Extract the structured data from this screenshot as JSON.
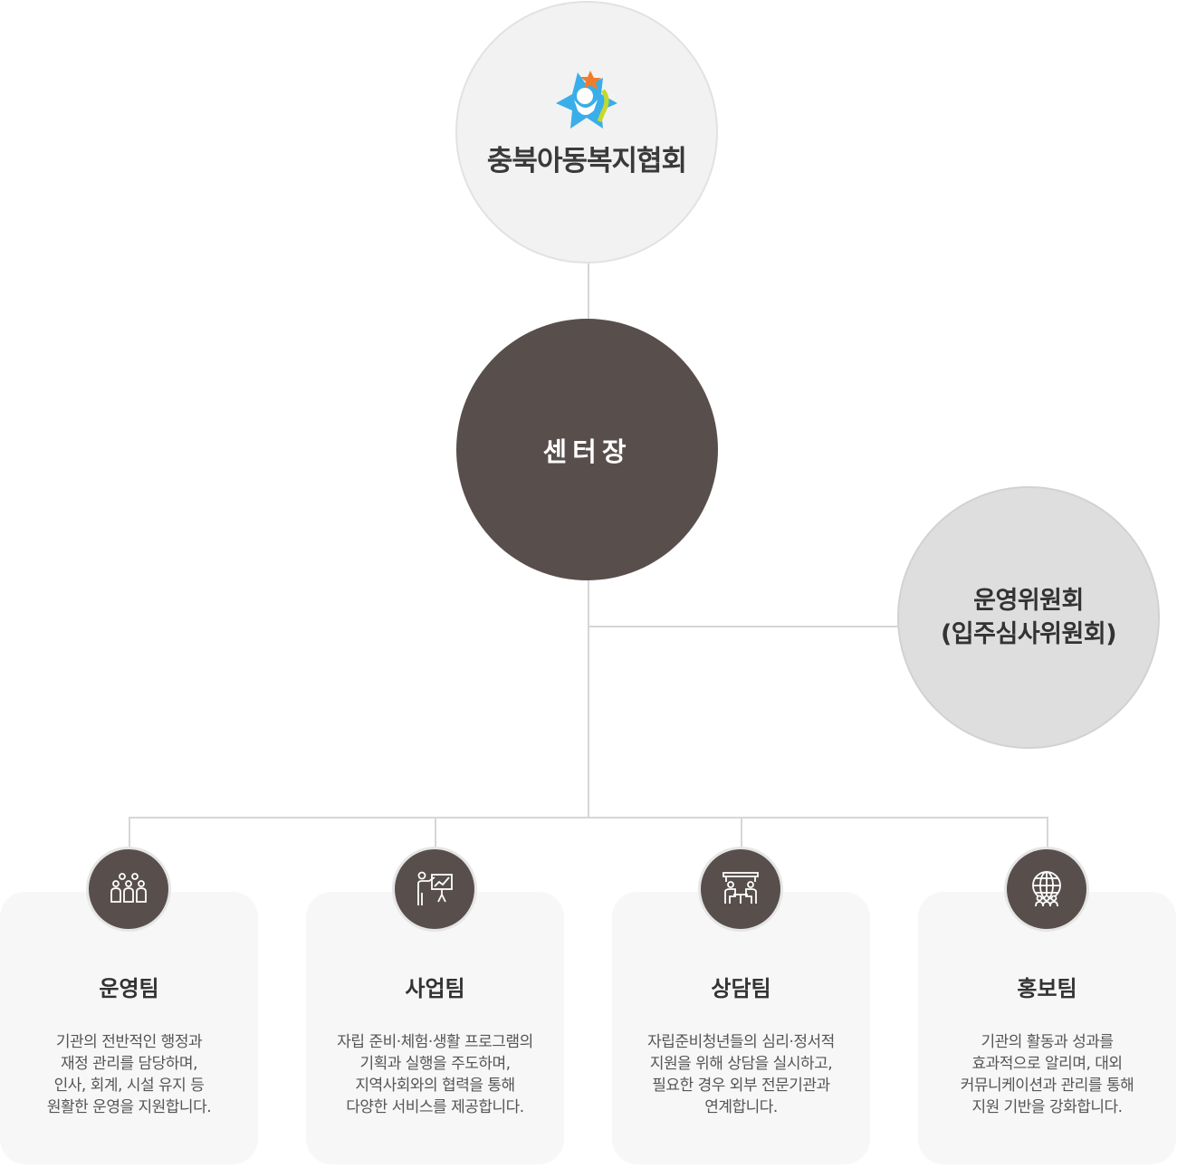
{
  "top": {
    "org_name": "충북아동복지협회",
    "logo_icon": "star-child-logo-icon"
  },
  "center": {
    "title": "센터장"
  },
  "committee": {
    "line1": "운영위원회",
    "line2": "(입주심사위원회)"
  },
  "teams": [
    {
      "name": "운영팀",
      "icon": "people-group-icon",
      "desc": [
        "기관의 전반적인 행정과",
        "재정 관리를 담당하며,",
        "인사, 회계, 시설 유지 등",
        "원활한 운영을 지원합니다."
      ]
    },
    {
      "name": "사업팀",
      "icon": "presentation-icon",
      "desc": [
        "자립 준비·체험·생활 프로그램의",
        "기획과 실행을 주도하며,",
        "지역사회와의 협력을 통해",
        "다양한 서비스를 제공합니다."
      ]
    },
    {
      "name": "상담팀",
      "icon": "counseling-meeting-icon",
      "desc": [
        "자립준비청년들의 심리·정서적",
        "지원을 위해 상담을 실시하고,",
        "필요한 경우 외부 전문기관과",
        "연계합니다."
      ]
    },
    {
      "name": "홍보팀",
      "icon": "globe-people-icon",
      "desc": [
        "기관의 활동과 성과를",
        "효과적으로 알리며, 대외",
        "커뮤니케이션과 관리를 통해",
        "지원 기반을 강화합니다."
      ]
    }
  ],
  "colors": {
    "center_fill": "#584f4d",
    "top_fill": "#f2f2f2",
    "committee_fill": "#dedede",
    "card_fill": "#f7f7f7",
    "connector": "#d6d6d6"
  }
}
